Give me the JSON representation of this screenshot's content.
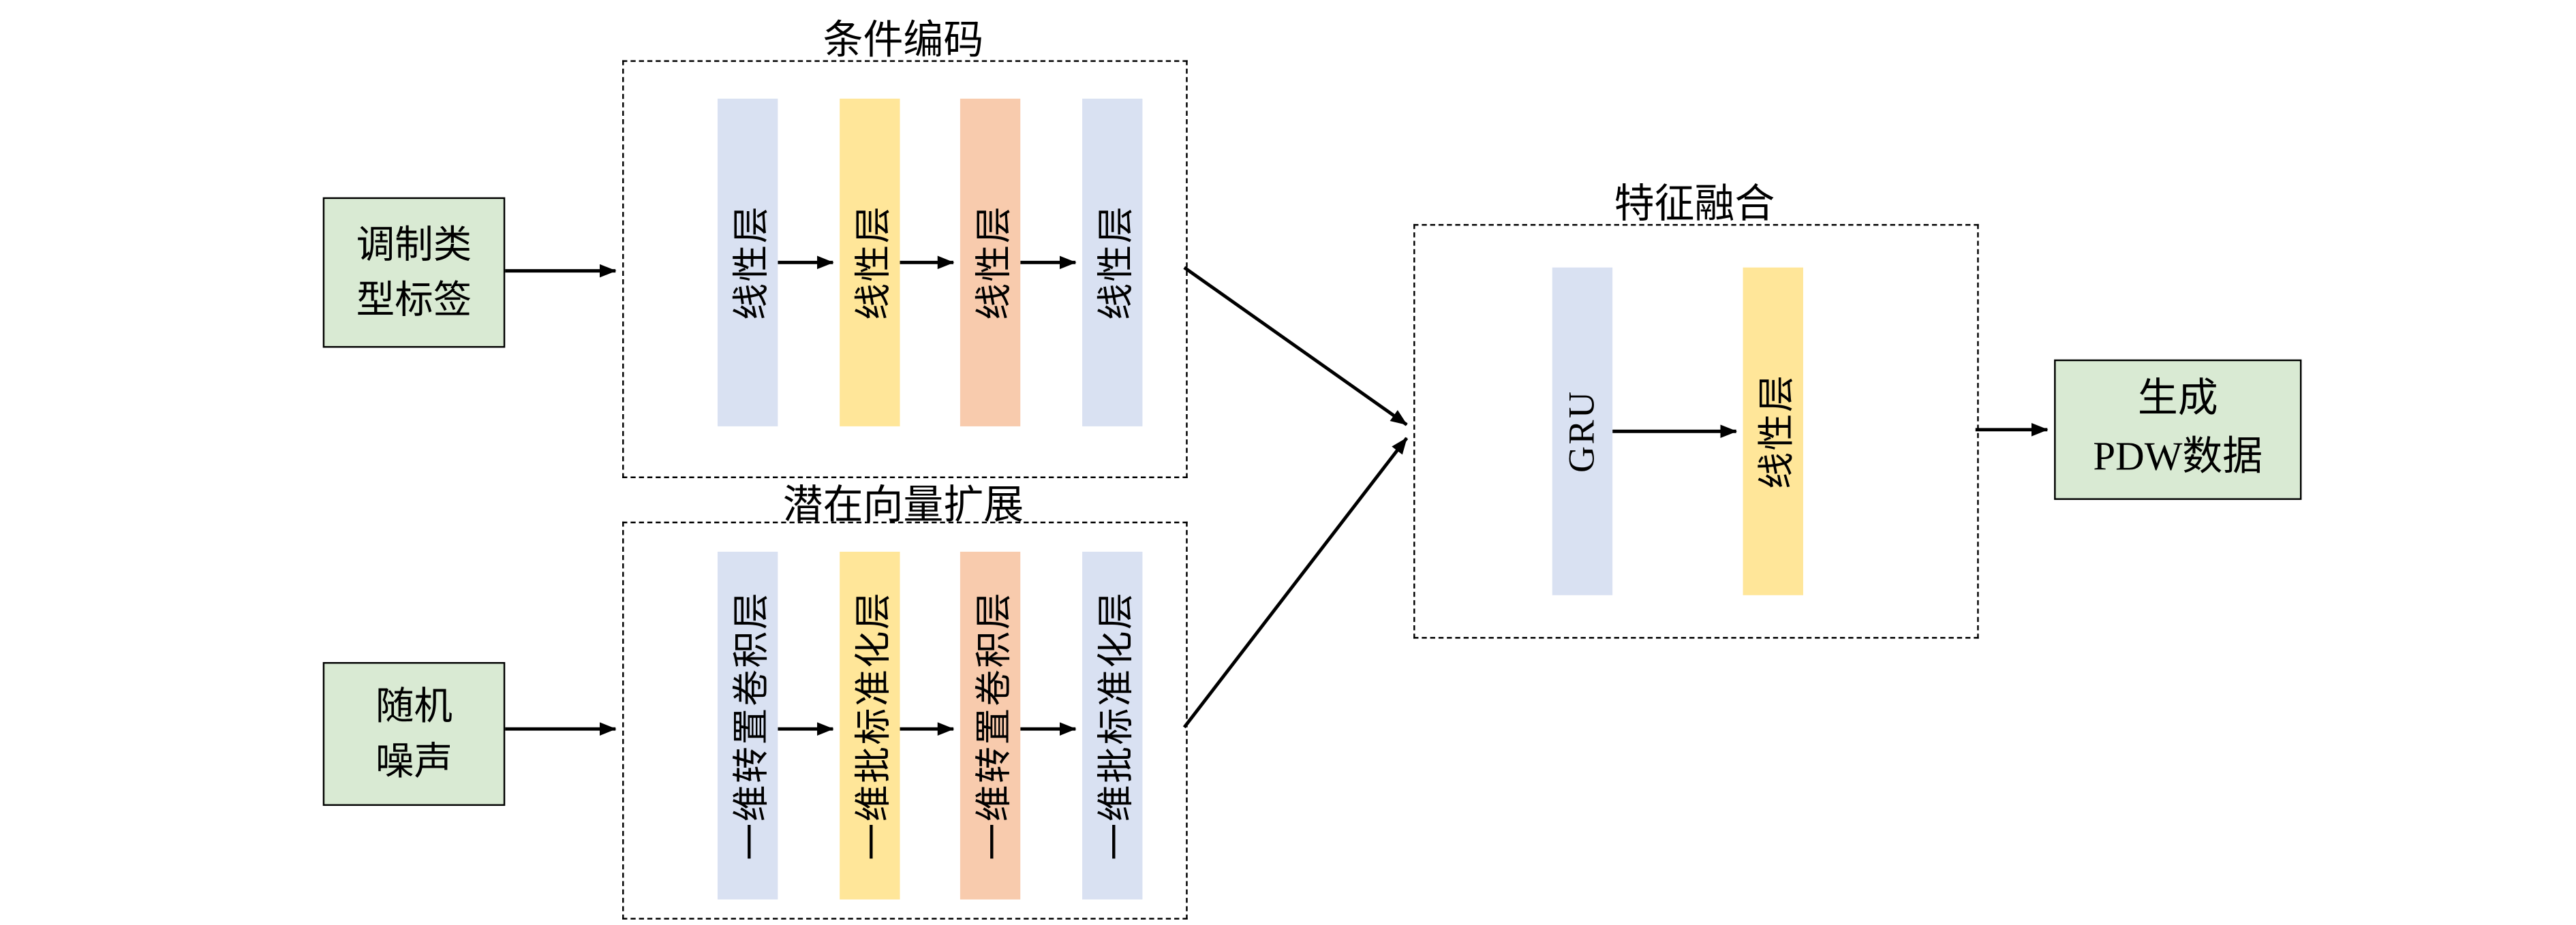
{
  "palette": {
    "node_fill": "#d9ead3",
    "layer_lavender": "#d9e1f2",
    "layer_yellow": "#ffe699",
    "layer_orange": "#f8cbad",
    "line_color": "#000000",
    "background": "#ffffff"
  },
  "nodes": {
    "modulation_label": {
      "lines": [
        "调制类",
        "型标签"
      ]
    },
    "random_noise": {
      "lines": [
        "随机",
        "噪声"
      ]
    },
    "generated_pdw": {
      "lines": [
        "生成",
        "PDW数据"
      ]
    }
  },
  "groups": {
    "condition_encoding": {
      "title": "条件编码",
      "layers": [
        {
          "label": "线性层",
          "color": "#d9e1f2"
        },
        {
          "label": "线性层",
          "color": "#ffe699"
        },
        {
          "label": "线性层",
          "color": "#f8cbad"
        },
        {
          "label": "线性层",
          "color": "#d9e1f2"
        }
      ]
    },
    "latent_expansion": {
      "title": "潜在向量扩展",
      "layers": [
        {
          "label": "一维转置卷积层",
          "color": "#d9e1f2"
        },
        {
          "label": "一维批标准化层",
          "color": "#ffe699"
        },
        {
          "label": "一维转置卷积层",
          "color": "#f8cbad"
        },
        {
          "label": "一维批标准化层",
          "color": "#d9e1f2"
        }
      ]
    },
    "feature_fusion": {
      "title": "特征融合",
      "layers": [
        {
          "label": "GRU",
          "color": "#d9e1f2"
        },
        {
          "label": "线性层",
          "color": "#ffe699"
        }
      ]
    }
  }
}
